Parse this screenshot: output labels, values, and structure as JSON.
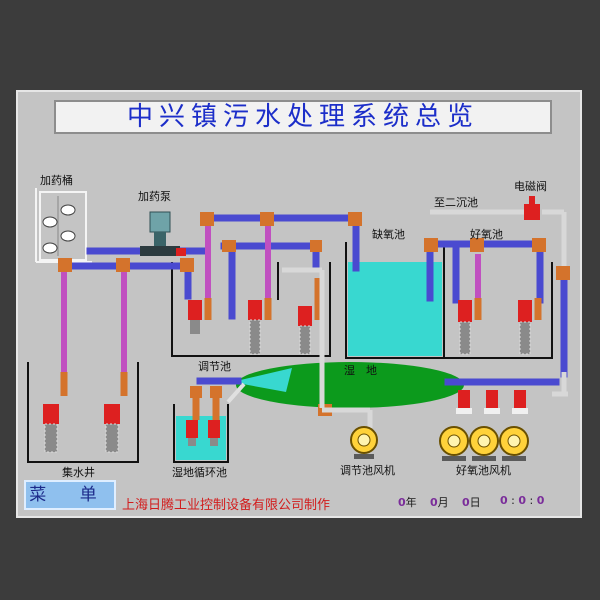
{
  "title": "中兴镇污水处理系统总览",
  "labels": {
    "dosing_bucket": "加药桶",
    "dosing_pump": "加药泵",
    "to_secondary": "至二沉池",
    "solenoid_valve": "电磁阀",
    "anoxic_tank": "缺氧池",
    "aerobic_tank": "好氧池",
    "regulating_tank": "调节池",
    "wetland": "湿　地",
    "collecting_well": "集水井",
    "wetland_cycle_tank": "湿地循环池",
    "regulating_fan": "调节池风机",
    "aerobic_fan": "好氧池风机"
  },
  "footer": {
    "menu_label": "菜 单",
    "maker": "上海日腾工业控制设备有限公司制作",
    "year_value": "0",
    "year_unit": "年",
    "month_value": "0",
    "month_unit": "月",
    "day_value": "0",
    "day_unit": "日",
    "hour": "0",
    "minute": "0",
    "second": "0"
  },
  "colors": {
    "pipe_blue": "#4a4ad0",
    "pipe_orange": "#d4732c",
    "pipe_purple": "#c050c0",
    "pipe_gray": "#d8d8d8",
    "water_cyan": "#38d8d0",
    "wetland_green": "#0c9a1c",
    "pump_red": "#dd2020"
  }
}
